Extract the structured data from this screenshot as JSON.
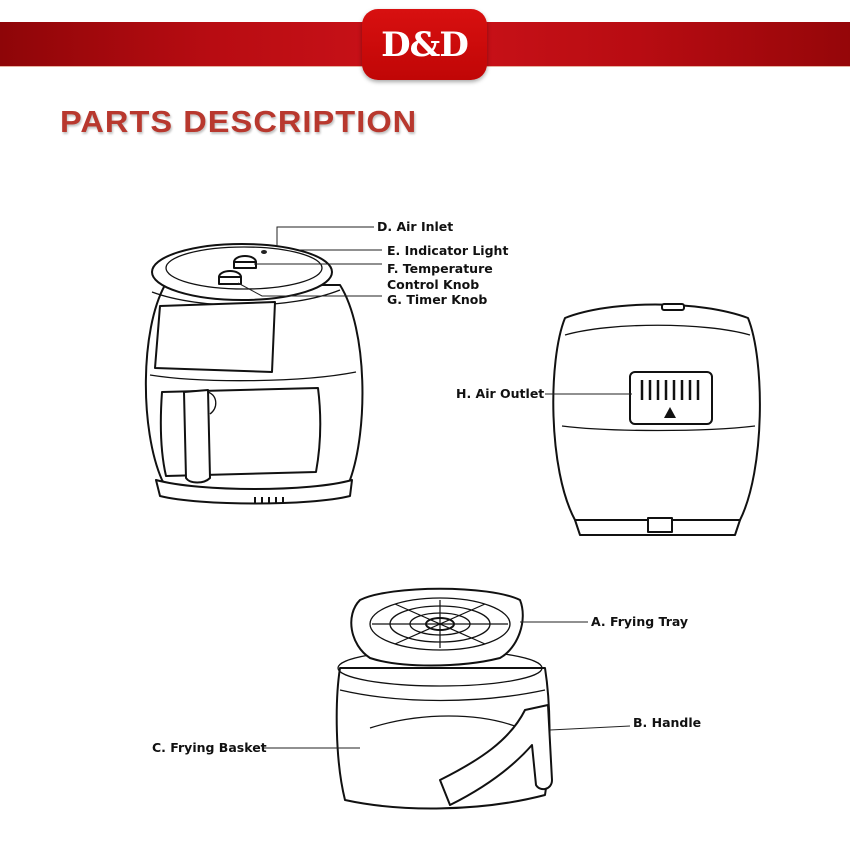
{
  "brand": {
    "logo_text": "D&D",
    "accent": "#c00606"
  },
  "title": "PARTS DESCRIPTION",
  "labels": {
    "a": "A. Frying Tray",
    "b": "B. Handle",
    "c": "C. Frying Basket",
    "d": "D. Air Inlet",
    "e": "E. Indicator Light",
    "f1": "F. Temperature",
    "f2": "Control Knob",
    "g": "G. Timer Knob",
    "h": "H. Air Outlet"
  }
}
